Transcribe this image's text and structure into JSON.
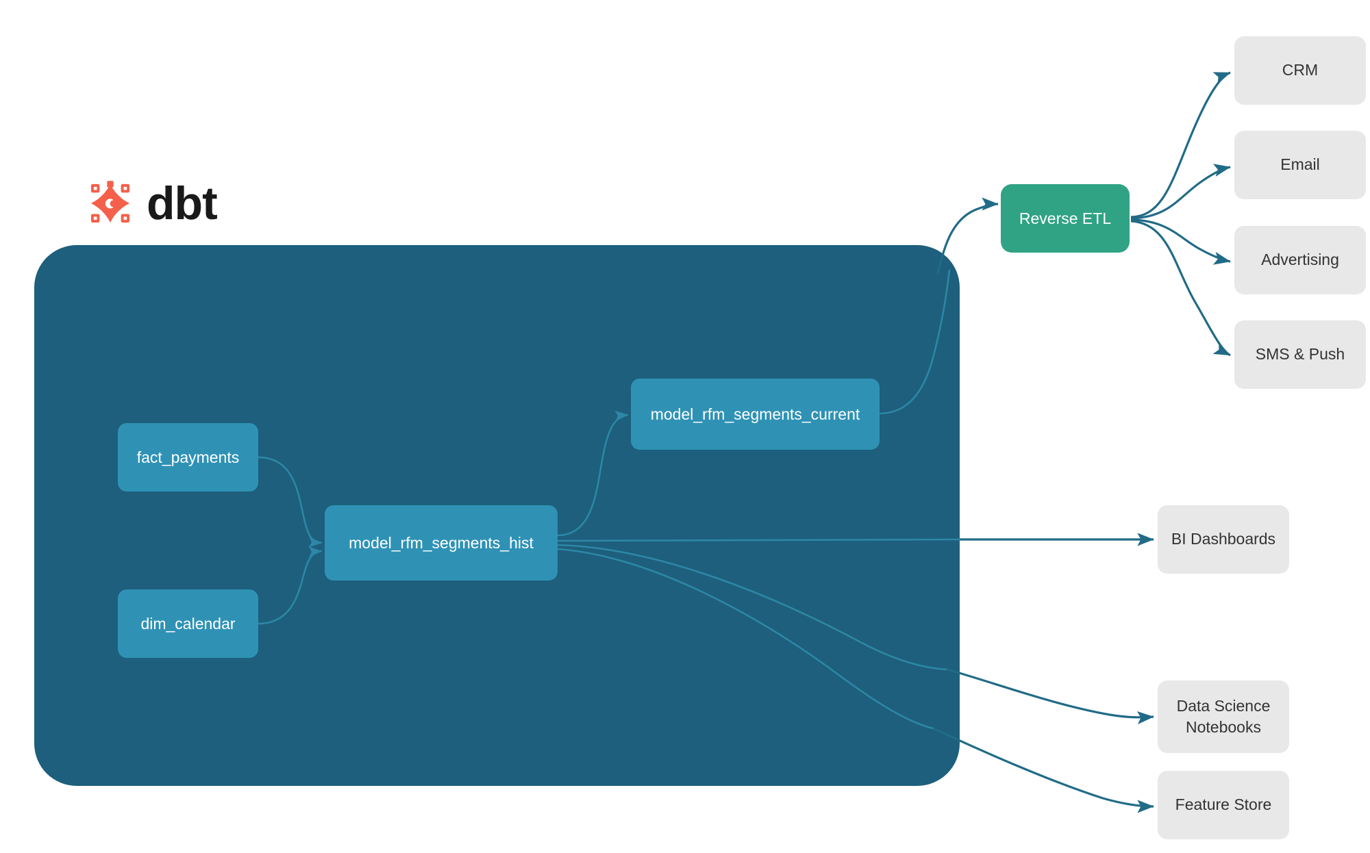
{
  "brand": {
    "logo_icon": "dbt-logo-icon",
    "wordmark": "dbt",
    "logo_color": "#f4604a"
  },
  "warehouse": {
    "label": "",
    "fill_color": "#1d5f7c"
  },
  "colors": {
    "model_node": "#2f92b5",
    "reverse_etl_node": "#2fa383",
    "destination_node": "#e8e8e8",
    "edge_external": "#216b87",
    "edge_internal": "#2d87a6",
    "text_light": "#ffffff",
    "text_dark": "#333333"
  },
  "nodes": {
    "models": [
      {
        "id": "fact_payments",
        "label": "fact_payments"
      },
      {
        "id": "dim_calendar",
        "label": "dim_calendar"
      },
      {
        "id": "model_rfm_segments_hist",
        "label": "model_rfm_segments_hist"
      },
      {
        "id": "model_rfm_segments_current",
        "label": "model_rfm_segments_current"
      }
    ],
    "reverse_etl": {
      "id": "reverse_etl",
      "label": "Reverse ETL"
    },
    "activation_destinations": [
      {
        "id": "crm",
        "label": "CRM"
      },
      {
        "id": "email",
        "label": "Email"
      },
      {
        "id": "advertising",
        "label": "Advertising"
      },
      {
        "id": "sms_push",
        "label": "SMS & Push"
      }
    ],
    "analytics_destinations": [
      {
        "id": "bi_dashboards",
        "label": "BI Dashboards"
      },
      {
        "id": "data_science_notebooks",
        "label": "Data Science\nNotebooks",
        "line1": "Data Science",
        "line2": "Notebooks"
      },
      {
        "id": "feature_store",
        "label": "Feature Store"
      }
    ]
  },
  "edges": [
    {
      "from": "fact_payments",
      "to": "model_rfm_segments_hist"
    },
    {
      "from": "dim_calendar",
      "to": "model_rfm_segments_hist"
    },
    {
      "from": "model_rfm_segments_hist",
      "to": "model_rfm_segments_current"
    },
    {
      "from": "model_rfm_segments_current",
      "to": "reverse_etl"
    },
    {
      "from": "reverse_etl",
      "to": "crm"
    },
    {
      "from": "reverse_etl",
      "to": "email"
    },
    {
      "from": "reverse_etl",
      "to": "advertising"
    },
    {
      "from": "reverse_etl",
      "to": "sms_push"
    },
    {
      "from": "model_rfm_segments_hist",
      "to": "bi_dashboards"
    },
    {
      "from": "model_rfm_segments_hist",
      "to": "data_science_notebooks"
    },
    {
      "from": "model_rfm_segments_hist",
      "to": "feature_store"
    }
  ]
}
